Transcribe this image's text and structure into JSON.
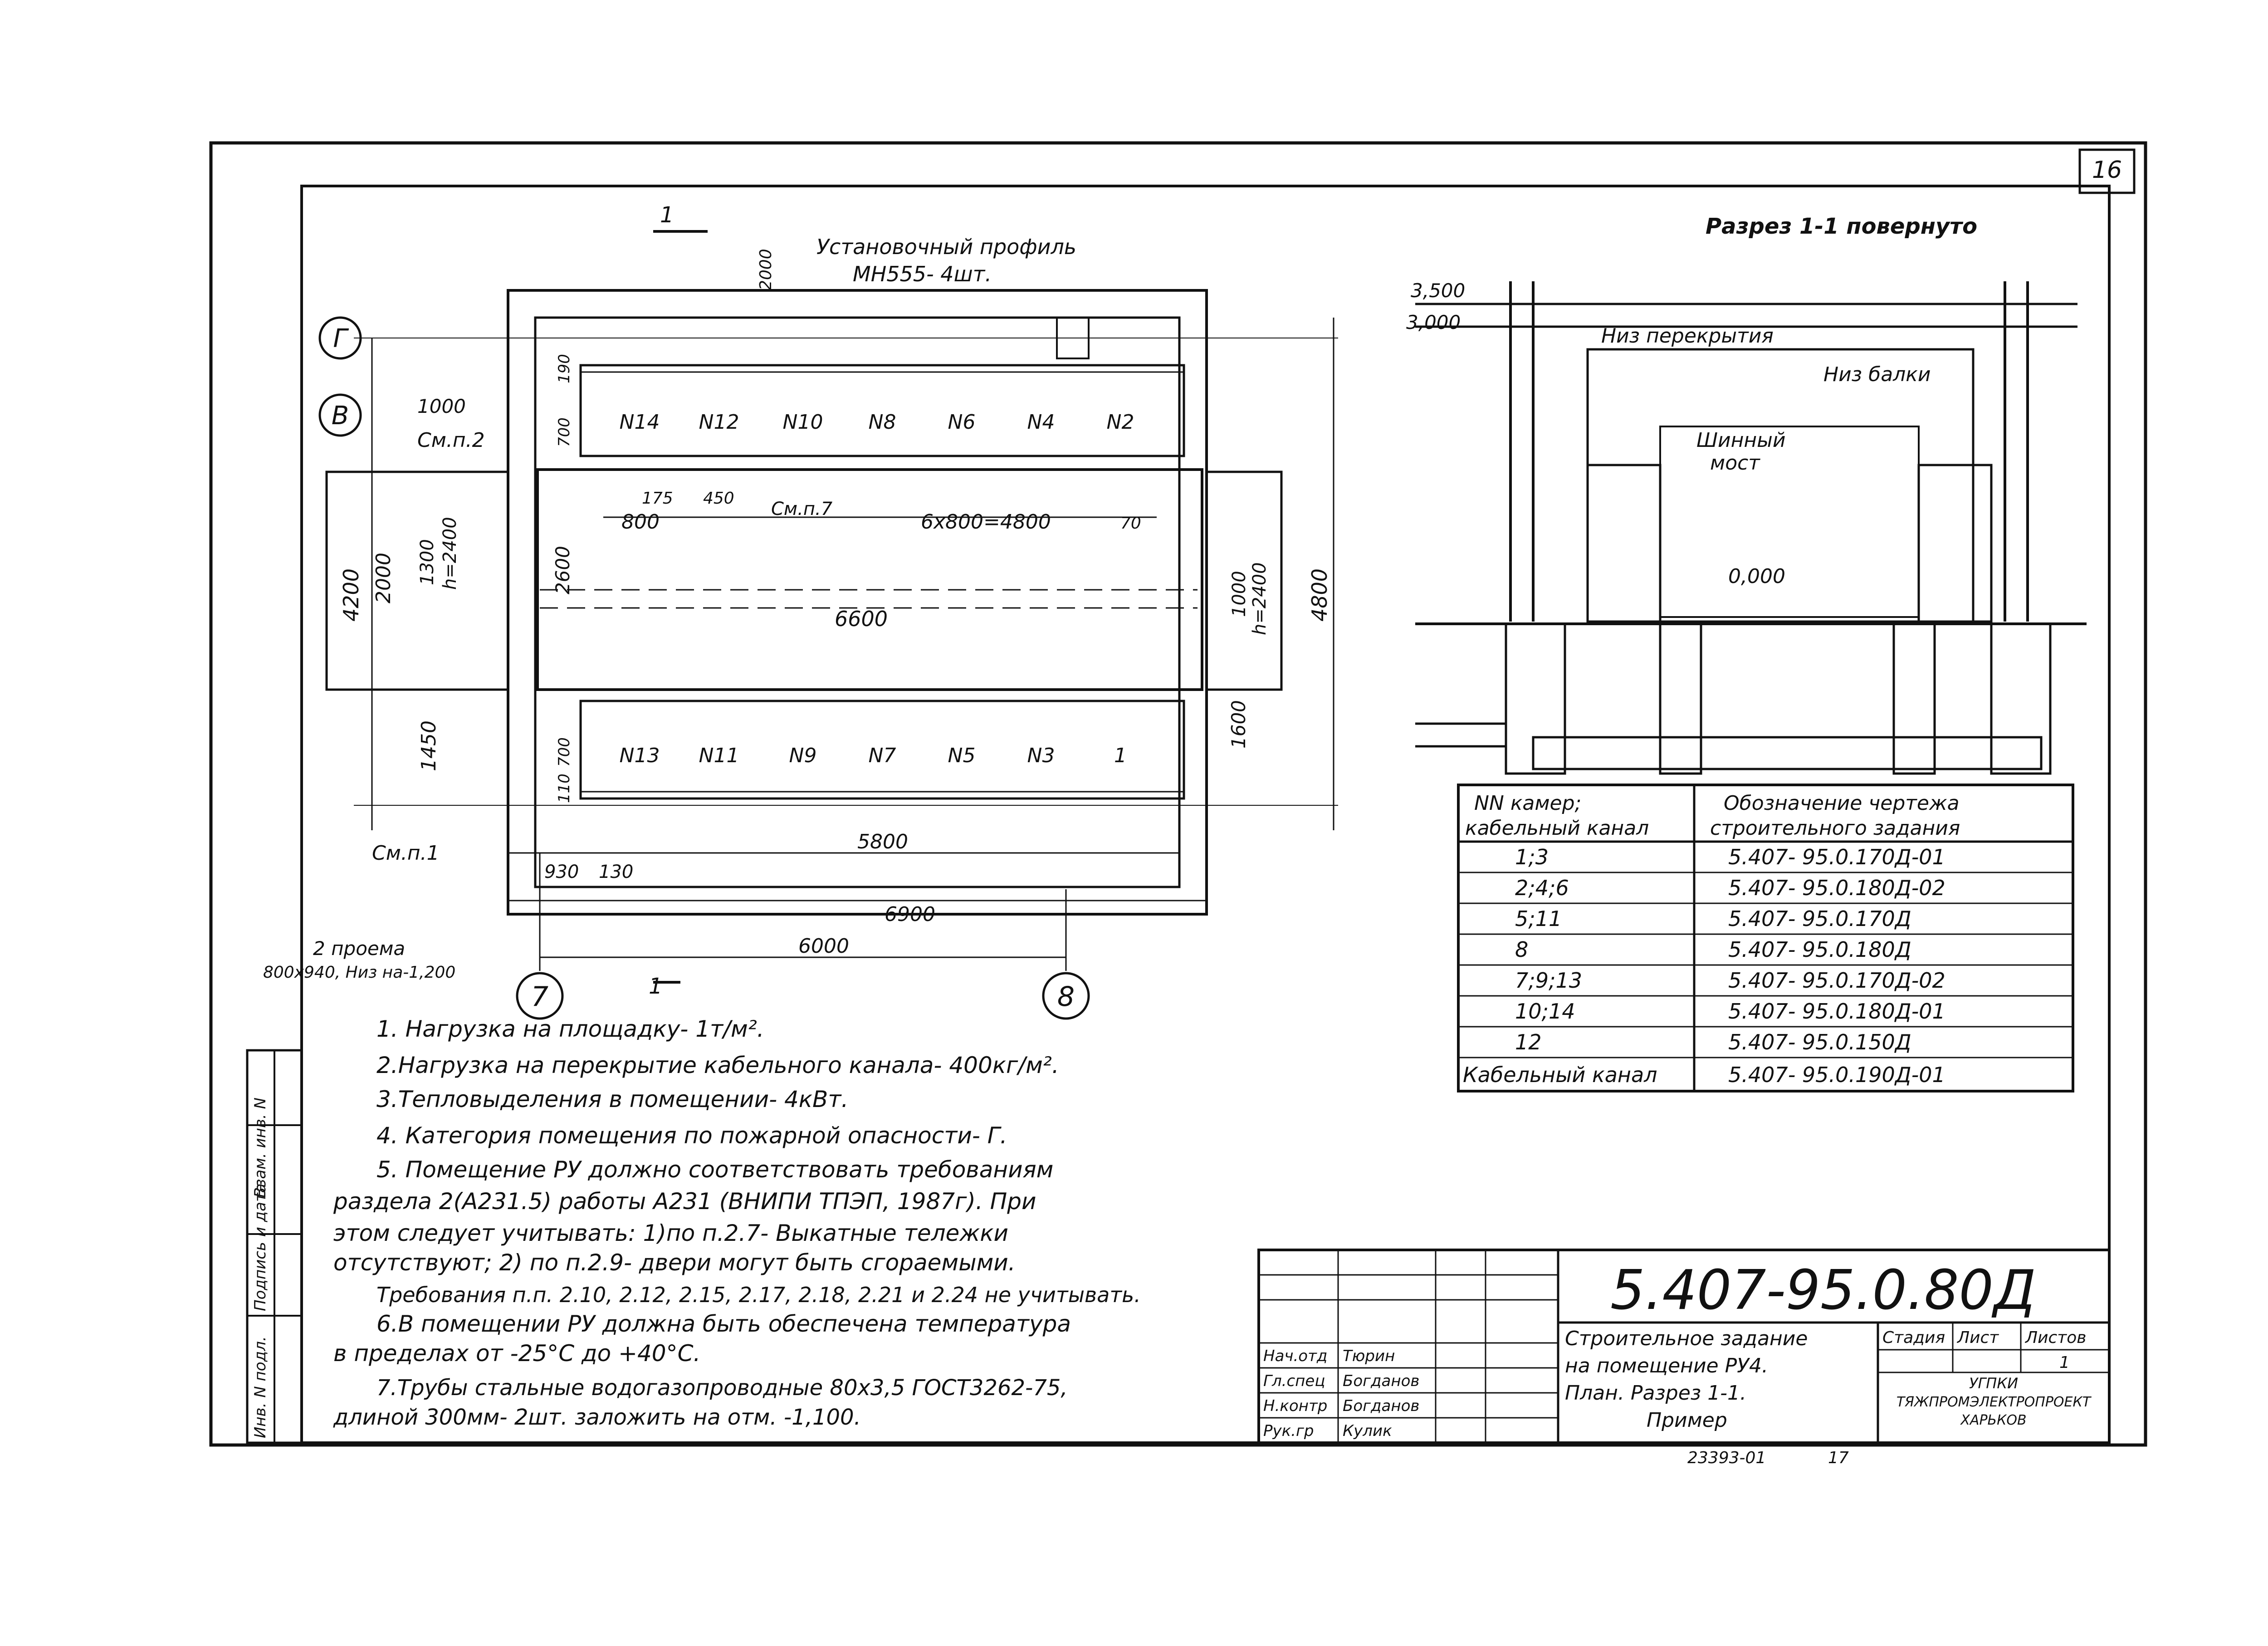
{
  "sheet": {
    "sheet_number": "16",
    "drawing_code": "5.407-95.0.80Д",
    "title_lines": [
      "Строительное задание",
      "на помещение РУ4.",
      "План. Разрез 1-1.",
      "Пример"
    ],
    "stage_header": "Стадия",
    "sheet_header": "Лист",
    "sheets_header": "Листов",
    "sheets_value": "1",
    "org_lines": [
      "УГПКИ",
      "ТЯЖПРОМЭЛЕКТРОПРОЕКТ",
      "ХАРЬКОВ"
    ],
    "signatures": [
      {
        "role": "Нач.отд",
        "name": "Тюрин"
      },
      {
        "role": "Гл.спец",
        "name": "Богданов"
      },
      {
        "role": "Н.контр",
        "name": "Богданов"
      },
      {
        "role": "Рук.гр",
        "name": "Кулик"
      }
    ],
    "archive_number": "23393-01",
    "archive_page": "17",
    "side_stamp": [
      "Инв. N подл.",
      "Подпись и дата",
      "Взам. инв. N"
    ]
  },
  "plan": {
    "profile_label": [
      "Установочный профиль",
      "МН555- 4шт."
    ],
    "axis_g": "Г",
    "axis_v": "В",
    "axis_7": "7",
    "axis_8": "8",
    "section_mark": "1",
    "chambers_top": [
      "N14",
      "N12",
      "N10",
      "N8",
      "N6",
      "N4",
      "N2"
    ],
    "chambers_bottom": [
      "N13",
      "N11",
      "N9",
      "N7",
      "N5",
      "N3",
      "1"
    ],
    "see_p2": "См.п.2",
    "see_p7": "См.п.7",
    "see_p1": "См.п.1",
    "openings": [
      "2 проема",
      "800х940, Низ на-1,200"
    ],
    "dims": {
      "d1000_top": "1000",
      "d2000_profile": "2000",
      "d190": "190",
      "d700_top": "700",
      "d175": "175",
      "d450": "450",
      "d800": "800",
      "d6x800": "6х800=4800",
      "d70": "70",
      "d4200": "4200",
      "d2000_left": "2000",
      "d1300": "1300",
      "h2400_left": "h=2400",
      "d2600": "2600",
      "d6600": "6600",
      "d1000_right": "1000",
      "h2400_right": "h=2400",
      "d4800": "4800",
      "d1600": "1600",
      "d1450": "1450",
      "d700_bot": "700",
      "d110": "110",
      "d5800": "5800",
      "d930": "930",
      "d130": "130",
      "d6900": "6900",
      "d6000": "6000"
    }
  },
  "section": {
    "title": "Разрез 1-1 повернуто",
    "el_3500": "3,500",
    "el_3000": "3,000",
    "bottom_slab": "Низ перекрытия",
    "bottom_beam": "Низ балки",
    "busbar": [
      "Шинный",
      "мост"
    ],
    "el_0": "0,000"
  },
  "table": {
    "headers": [
      [
        "NN камер;",
        "кабельный канал"
      ],
      [
        "Обозначение чертежа",
        "строительного задания"
      ]
    ],
    "rows": [
      [
        "1;3",
        "5.407- 95.0.170Д-01"
      ],
      [
        "2;4;6",
        "5.407- 95.0.180Д-02"
      ],
      [
        "5;11",
        "5.407- 95.0.170Д"
      ],
      [
        "8",
        "5.407- 95.0.180Д"
      ],
      [
        "7;9;13",
        "5.407- 95.0.170Д-02"
      ],
      [
        "10;14",
        "5.407- 95.0.180Д-01"
      ],
      [
        "12",
        "5.407- 95.0.150Д"
      ],
      [
        "Кабельный канал",
        "5.407- 95.0.190Д-01"
      ]
    ]
  },
  "notes": [
    "1. Нагрузка на площадку- 1т/м².",
    "2.Нагрузка на перекрытие кабельного канала- 400кг/м².",
    "3.Тепловыделения в помещении- 4кВт.",
    "4. Категория помещения по пожарной опасности- Г.",
    "5. Помещение РУ должно соответствовать требованиям",
    "раздела 2(А231.5) работы А231 (ВНИПИ ТПЭП, 1987г). При",
    "этом следует учитывать: 1)по п.2.7- Выкатные тележки",
    "отсутствуют; 2) по п.2.9- двери могут быть сгораемыми.",
    "Требования п.п. 2.10, 2.12, 2.15, 2.17, 2.18, 2.21 и 2.24 не учитывать.",
    "6.В помещении РУ должна быть обеспечена температура",
    "в пределах от -25°С до +40°С.",
    "7.Трубы стальные водогазопроводные 80х3,5 ГОСТ3262-75,",
    "длиной 300мм- 2шт. заложить на отм. -1,100."
  ]
}
